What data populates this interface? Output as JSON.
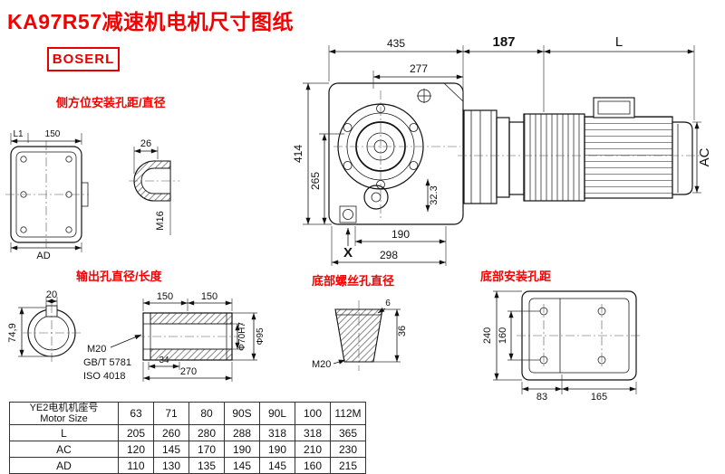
{
  "page": {
    "title": "KA97R57减速机电机尺寸图纸",
    "logo": "BOSERL"
  },
  "colors": {
    "accent_red": "#f50000",
    "line": "#111111"
  },
  "annotations": {
    "side_mount": "侧方位安装孔距/直径",
    "output_hole": "输出孔直径/长度",
    "bottom_screw": "底部螺丝孔直径",
    "bottom_mount": "底部安装孔距"
  },
  "dims": {
    "top_overall": "435",
    "top_flange": "187",
    "top_motor": "L",
    "body_width": "277",
    "height_overall": "414",
    "height_center": "265",
    "foot": "32.3",
    "foot_width": "190",
    "base_width": "298",
    "x_mark": "X",
    "motor_od": "AC",
    "rear_l1": "L1",
    "rear_width": "150",
    "rear_ad": "AD",
    "side_hole_w": "26",
    "side_hole_thread": "M16",
    "key_w": "20",
    "key_h": "74,9",
    "shaft_seg1": "150",
    "shaft_seg2": "150",
    "output_thread": "M20",
    "std1": "GB/T 5781",
    "std2": "ISO 4018",
    "hub_len": "34",
    "shaft_len": "270",
    "bore": "Φ70H7",
    "hub_od": "Φ95",
    "screw_h": "36",
    "screw_t": "6",
    "screw_thread": "M20",
    "base_h": "240",
    "hole_v": "160",
    "hole_h1": "83",
    "hole_h2": "165"
  },
  "table": {
    "header_cn": "YE2电机机座号",
    "header_en": "Motor Size",
    "sizes": [
      "63",
      "71",
      "80",
      "90S",
      "90L",
      "100",
      "112M"
    ],
    "rows": [
      {
        "label": "L",
        "values": [
          "205",
          "260",
          "280",
          "288",
          "318",
          "318",
          "365"
        ]
      },
      {
        "label": "AC",
        "values": [
          "120",
          "145",
          "170",
          "190",
          "190",
          "210",
          "230"
        ]
      },
      {
        "label": "AD",
        "values": [
          "110",
          "130",
          "135",
          "145",
          "145",
          "160",
          "215"
        ]
      }
    ]
  }
}
